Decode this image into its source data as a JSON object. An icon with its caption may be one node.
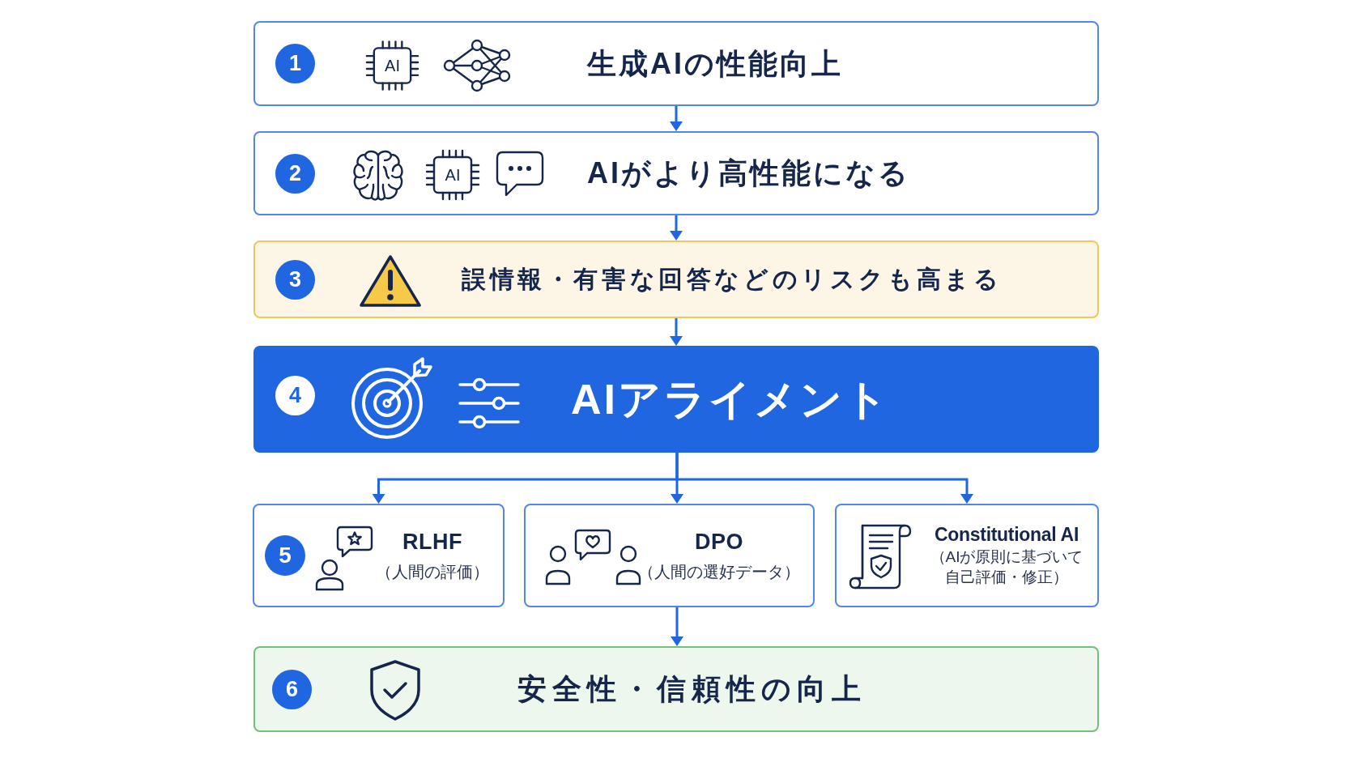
{
  "diagram": {
    "nodes": [
      {
        "text": [
          "1",
          "生成AIの性能向上"
        ]
      },
      {
        "text": [
          "2",
          "AIがより高性能になる"
        ]
      },
      {
        "text": [
          "3",
          "誤情報・有害な回答などのリスクも高まる"
        ]
      },
      {
        "text": [
          "4",
          "AIアライメント"
        ]
      },
      {
        "text": [
          "5",
          "RLHF",
          "（人間の評価）"
        ]
      },
      {
        "text": [
          "DPO",
          "（人間の選好データ）"
        ]
      },
      {
        "text": [
          "Constitutional AI",
          "（AIが原則に基づいて自己評価・修正）"
        ]
      },
      {
        "text": [
          "6",
          "安全性・信頼性の向上"
        ]
      }
    ],
    "edges": [
      {
        "from": 0,
        "to": 1,
        "arrow": "to"
      },
      {
        "from": 1,
        "to": 2,
        "arrow": "to"
      },
      {
        "from": 2,
        "to": 3,
        "arrow": "to"
      },
      {
        "from": 3,
        "to": 4,
        "arrow": "to"
      },
      {
        "from": 3,
        "to": 5,
        "arrow": "to"
      },
      {
        "from": 3,
        "to": 6,
        "arrow": "to"
      },
      {
        "from": 5,
        "to": 7,
        "arrow": "to"
      }
    ],
    "labels": [
      "AI",
      "AI"
    ]
  }
}
